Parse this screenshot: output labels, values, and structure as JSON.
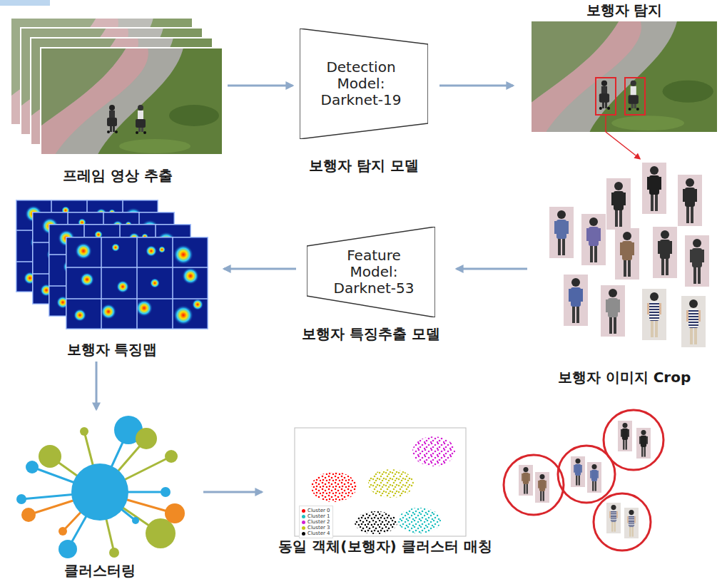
{
  "diagram": {
    "nodes": [
      {
        "text": [
          "프레임 영상 추출"
        ]
      },
      {
        "text": [
          "Detection Model: Darknet-19",
          "보행자 탐지 모델"
        ]
      },
      {
        "text": [
          "보행자 탐지"
        ]
      },
      {
        "text": [
          "보행자 이미지 Crop"
        ]
      },
      {
        "text": [
          "Feature Model: Darknet-53",
          "보행자 특징추출 모델"
        ]
      },
      {
        "text": [
          "보행자 특징맵"
        ]
      },
      {
        "text": [
          "클러스터링"
        ]
      },
      {
        "text": [
          "동일 객체(보행자) 클러스터 매칭"
        ]
      }
    ],
    "edges": [
      {
        "from": 0,
        "to": 1,
        "arrow": "to"
      },
      {
        "from": 1,
        "to": 2,
        "arrow": "to"
      },
      {
        "from": 2,
        "to": 3,
        "arrow": "to"
      },
      {
        "from": 3,
        "to": 4,
        "arrow": "to"
      },
      {
        "from": 4,
        "to": 5,
        "arrow": "to"
      },
      {
        "from": 5,
        "to": 6,
        "arrow": "to"
      },
      {
        "from": 6,
        "to": 7,
        "arrow": "to"
      }
    ],
    "legend": [
      {
        "text": "Cluster 0",
        "color": "#ff0000"
      },
      {
        "text": "Cluster 1",
        "color": "#1fbfbf"
      },
      {
        "text": "Cluster 2",
        "color": "#d21fd2"
      },
      {
        "text": "Cluster 3",
        "color": "#c4c41c"
      },
      {
        "text": "Cluster 4",
        "color": "#000000"
      }
    ]
  }
}
